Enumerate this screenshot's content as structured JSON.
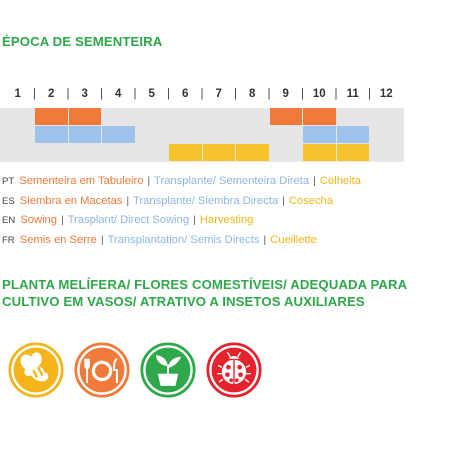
{
  "section1_title": "ÉPOCA DE SEMENTEIRA",
  "months": [
    "1",
    "2",
    "3",
    "4",
    "5",
    "6",
    "7",
    "8",
    "9",
    "10",
    "11",
    "12"
  ],
  "colors": {
    "title_green": "#2ea84a",
    "orange": "#ef7a3a",
    "blue": "#9dc3ea",
    "yellow": "#f8c12e",
    "grey_bg": "#e6e6e6"
  },
  "calendar": {
    "rows": [
      {
        "label": "Sementeira em Tabuleiro",
        "color": "#ef7a3a",
        "months": [
          2,
          3,
          9,
          10
        ]
      },
      {
        "label": "Transplante/ Sementeira Direta",
        "color": "#9dc3ea",
        "months": [
          2,
          3,
          4,
          10,
          11
        ]
      },
      {
        "label": "Colheita",
        "color": "#f8c12e",
        "months": [
          6,
          7,
          8,
          10,
          11
        ]
      }
    ]
  },
  "legend": [
    {
      "code": "PT",
      "sowing": "Sementeira em Tabuleiro",
      "transplant": "Transplante/ Sementeira Direta",
      "harvest": "Colheita"
    },
    {
      "code": "ES",
      "sowing": "Siembra en Macetas",
      "transplant": "Transplante/ Siembra Directa",
      "harvest": "Cosecha"
    },
    {
      "code": "EN",
      "sowing": "Sowing",
      "transplant": "Trasplant/ Direct Sowing",
      "harvest": "Harvesting"
    },
    {
      "code": "FR",
      "sowing": "Semis en Serre",
      "transplant": "Transplantation/ Semis Directs",
      "harvest": "Cueillette"
    }
  ],
  "separator": "|",
  "section2_title": "PLANTA MELÍFERA/ FLORES COMESTÍVEIS/ ADEQUADA PARA CULTIVO EM VASOS/ ATRATIVO A INSETOS AUXILIARES",
  "icons": [
    {
      "name": "bee-icon",
      "color": "#f4b41a"
    },
    {
      "name": "plate-cutlery-icon",
      "color": "#ef7a3a"
    },
    {
      "name": "potted-plant-icon",
      "color": "#2ea84a"
    },
    {
      "name": "ladybug-icon",
      "color": "#e5232f"
    }
  ]
}
